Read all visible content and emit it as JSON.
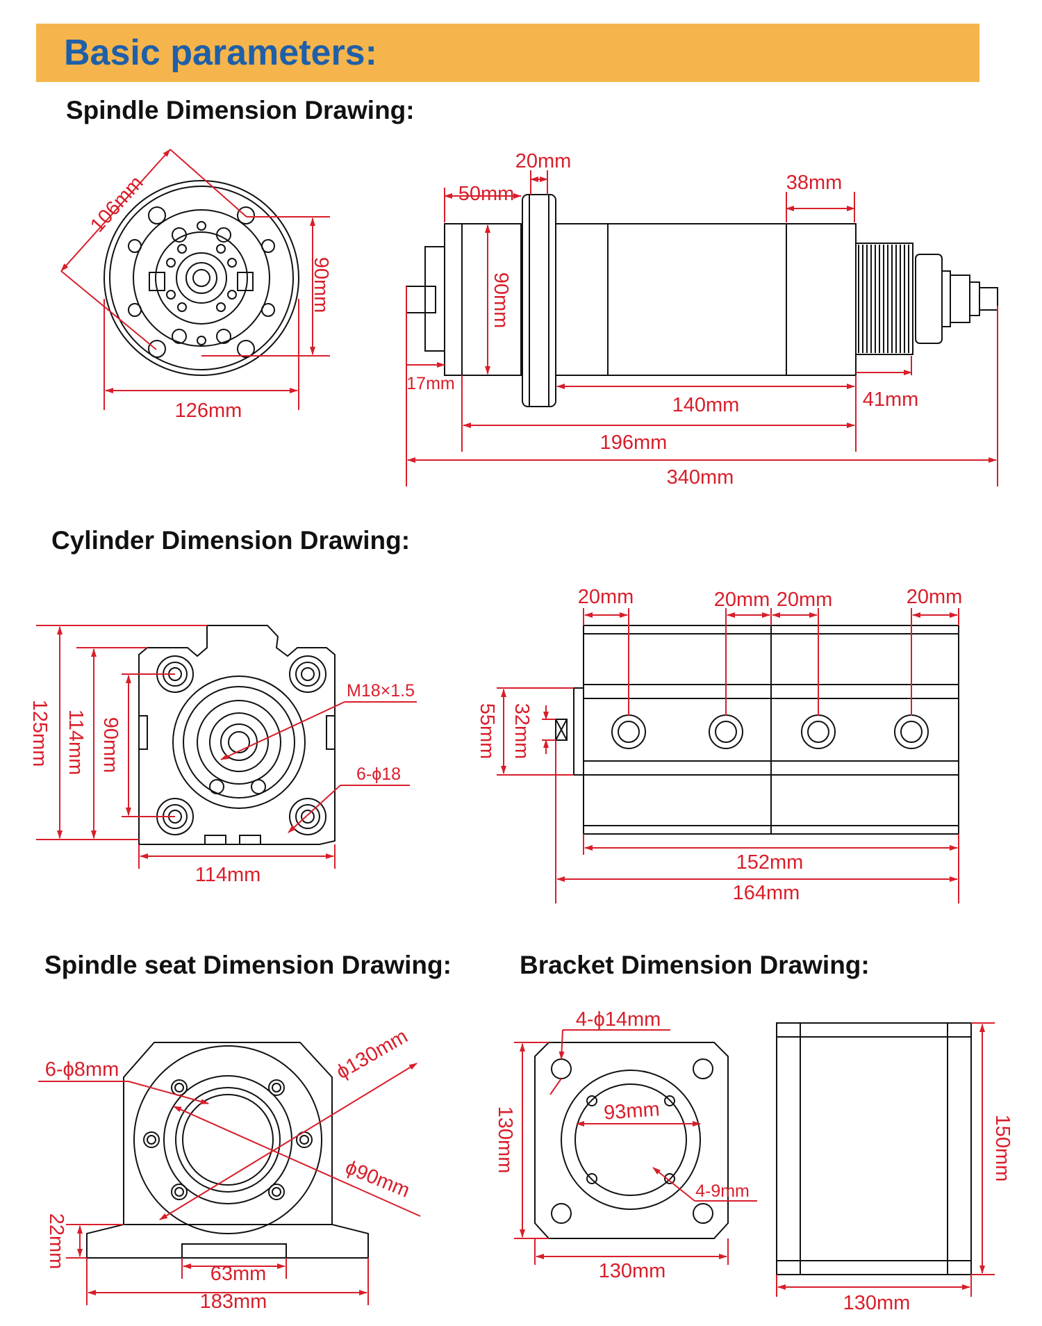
{
  "banner": {
    "title": "Basic parameters:",
    "color": "#f5b54c",
    "title_color": "#1f5fa8"
  },
  "dimension_color": "#d81e2a",
  "sections": {
    "spindle": "Spindle Dimension Drawing:",
    "cylinder": "Cylinder Dimension Drawing:",
    "spindle_seat": "Spindle seat Dimension Drawing:",
    "bracket": "Bracket Dimension Drawing:"
  },
  "spindle": {
    "front_diag": "106mm",
    "front_height": "90mm",
    "front_width": "126mm",
    "flange_width": "20mm",
    "front_len": "50mm",
    "rear_len": "38mm",
    "body_dia": "90mm",
    "nose": "17mm",
    "body_len": "140mm",
    "pulley": "41mm",
    "housing_len": "196mm",
    "total_len": "340mm"
  },
  "cylinder": {
    "h_total": "125mm",
    "h_114": "114mm",
    "h_90": "90mm",
    "thread": "M18×1.5",
    "holes": "6-ϕ18",
    "width": "114mm",
    "port1": "20mm",
    "port2": "20mm",
    "port3": "20mm",
    "port4": "20mm",
    "side_55": "55mm",
    "side_32": "32mm",
    "len_152": "152mm",
    "len_164": "164mm"
  },
  "seat": {
    "holes": "6-ϕ8mm",
    "outer_dia": "ϕ130mm",
    "inner_dia": "ϕ90mm",
    "base_h": "22mm",
    "slot": "63mm",
    "width": "183mm"
  },
  "bracket": {
    "holes": "4-ϕ14mm",
    "height": "130mm",
    "bore": "93mm",
    "small_holes": "4-9mm",
    "width": "130mm",
    "side_height": "150mm",
    "side_width": "130mm"
  }
}
